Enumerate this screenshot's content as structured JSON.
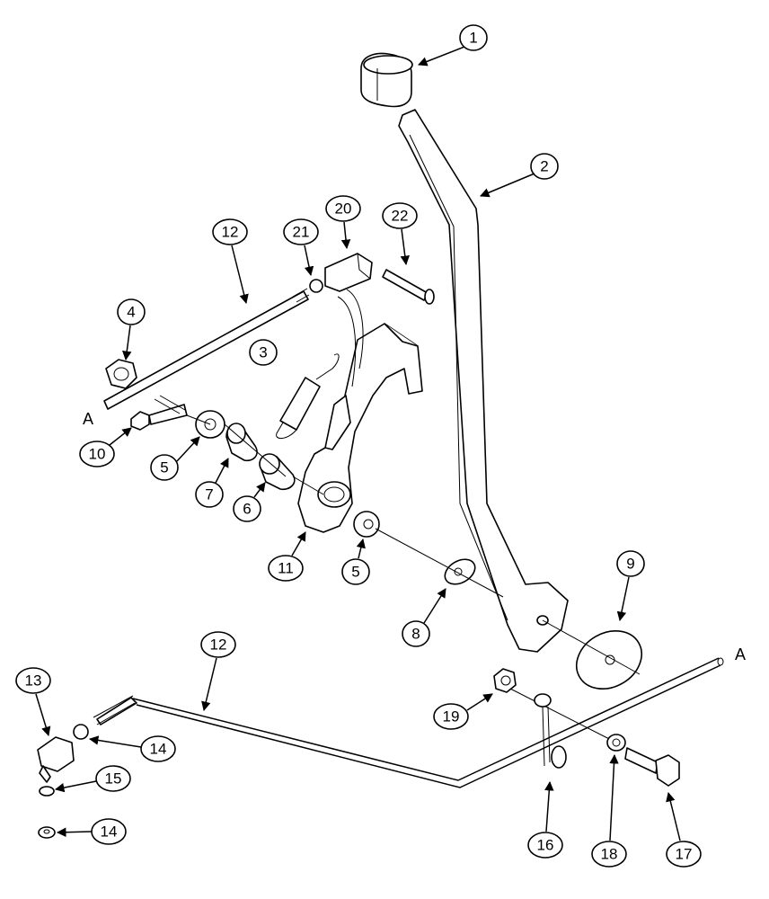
{
  "callouts": {
    "c1": "1",
    "c2": "2",
    "c3": "3",
    "c4": "4",
    "c5a": "5",
    "c5b": "5",
    "c6": "6",
    "c7": "7",
    "c8": "8",
    "c9": "9",
    "c10": "10",
    "c11": "11",
    "c12a": "12",
    "c12b": "12",
    "c13": "13",
    "c14a": "14",
    "c14b": "14",
    "c15": "15",
    "c16": "16",
    "c17": "17",
    "c18": "18",
    "c19": "19",
    "c20": "20",
    "c21": "21",
    "c22": "22"
  },
  "labels": {
    "a_left": "A",
    "a_right": "A"
  }
}
